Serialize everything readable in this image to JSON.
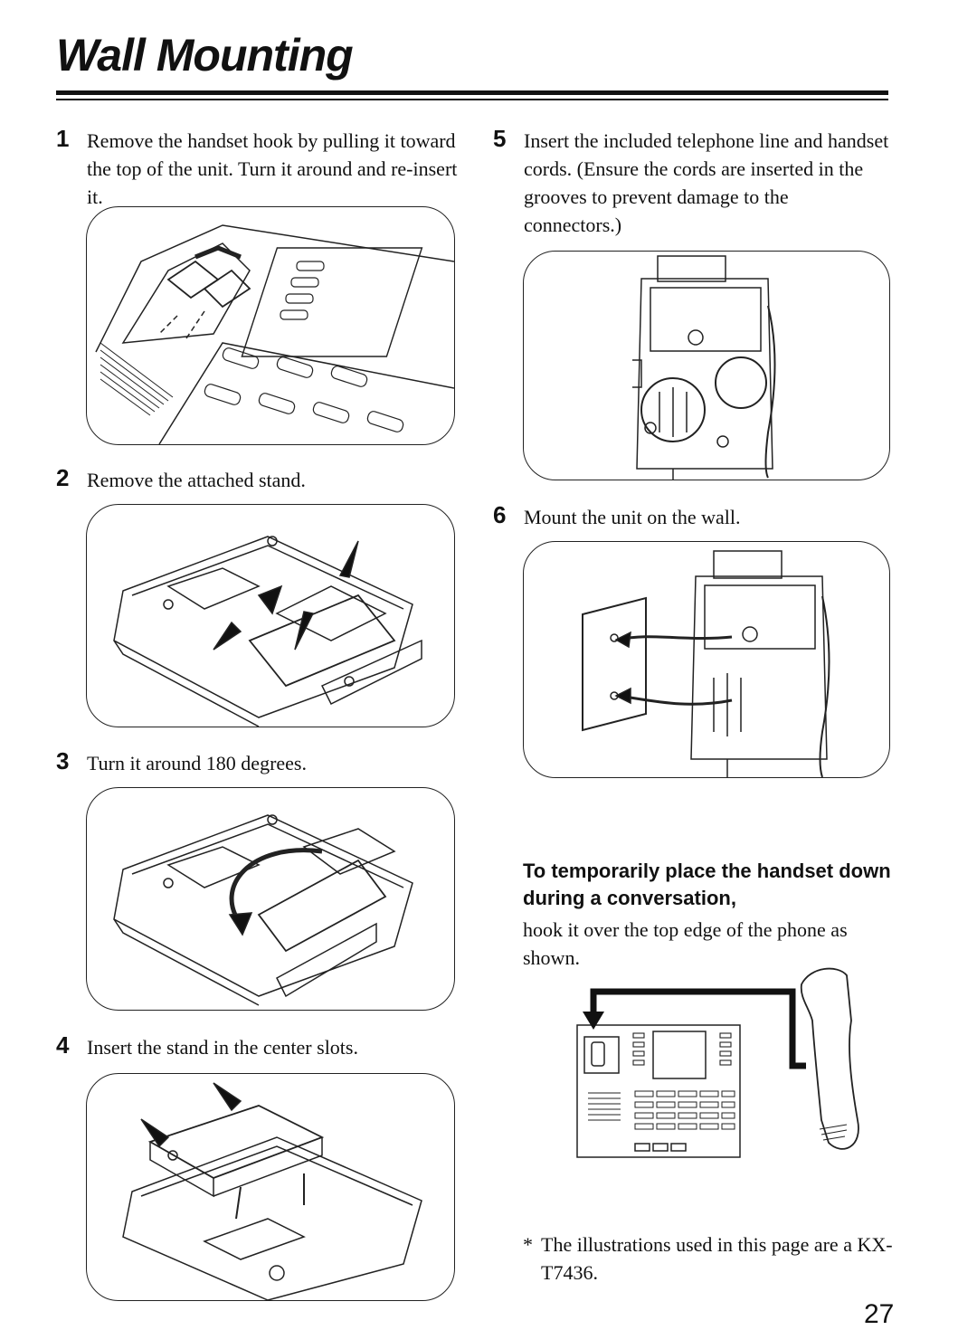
{
  "page": {
    "title": "Wall Mounting",
    "page_number": "27"
  },
  "steps": [
    {
      "number": "1",
      "text": "Remove the handset hook by pulling it toward the top of the unit. Turn it around and re-insert it."
    },
    {
      "number": "2",
      "text": "Remove the attached stand."
    },
    {
      "number": "3",
      "text": "Turn it around 180 degrees."
    },
    {
      "number": "4",
      "text": "Insert the stand in the center slots."
    },
    {
      "number": "5",
      "text": "Insert the included telephone line and handset cords. (Ensure the cords are inserted in the grooves to prevent damage to the connectors.)"
    },
    {
      "number": "6",
      "text": "Mount the unit on the wall."
    }
  ],
  "tip": {
    "heading": "To temporarily place the handset down during a conversation,",
    "text": "hook it over the top edge of the phone as shown."
  },
  "note": {
    "symbol": "*",
    "text": "The illustrations used in this page are a KX-T7436."
  },
  "colors": {
    "ink": "#111111",
    "paper": "#ffffff"
  }
}
